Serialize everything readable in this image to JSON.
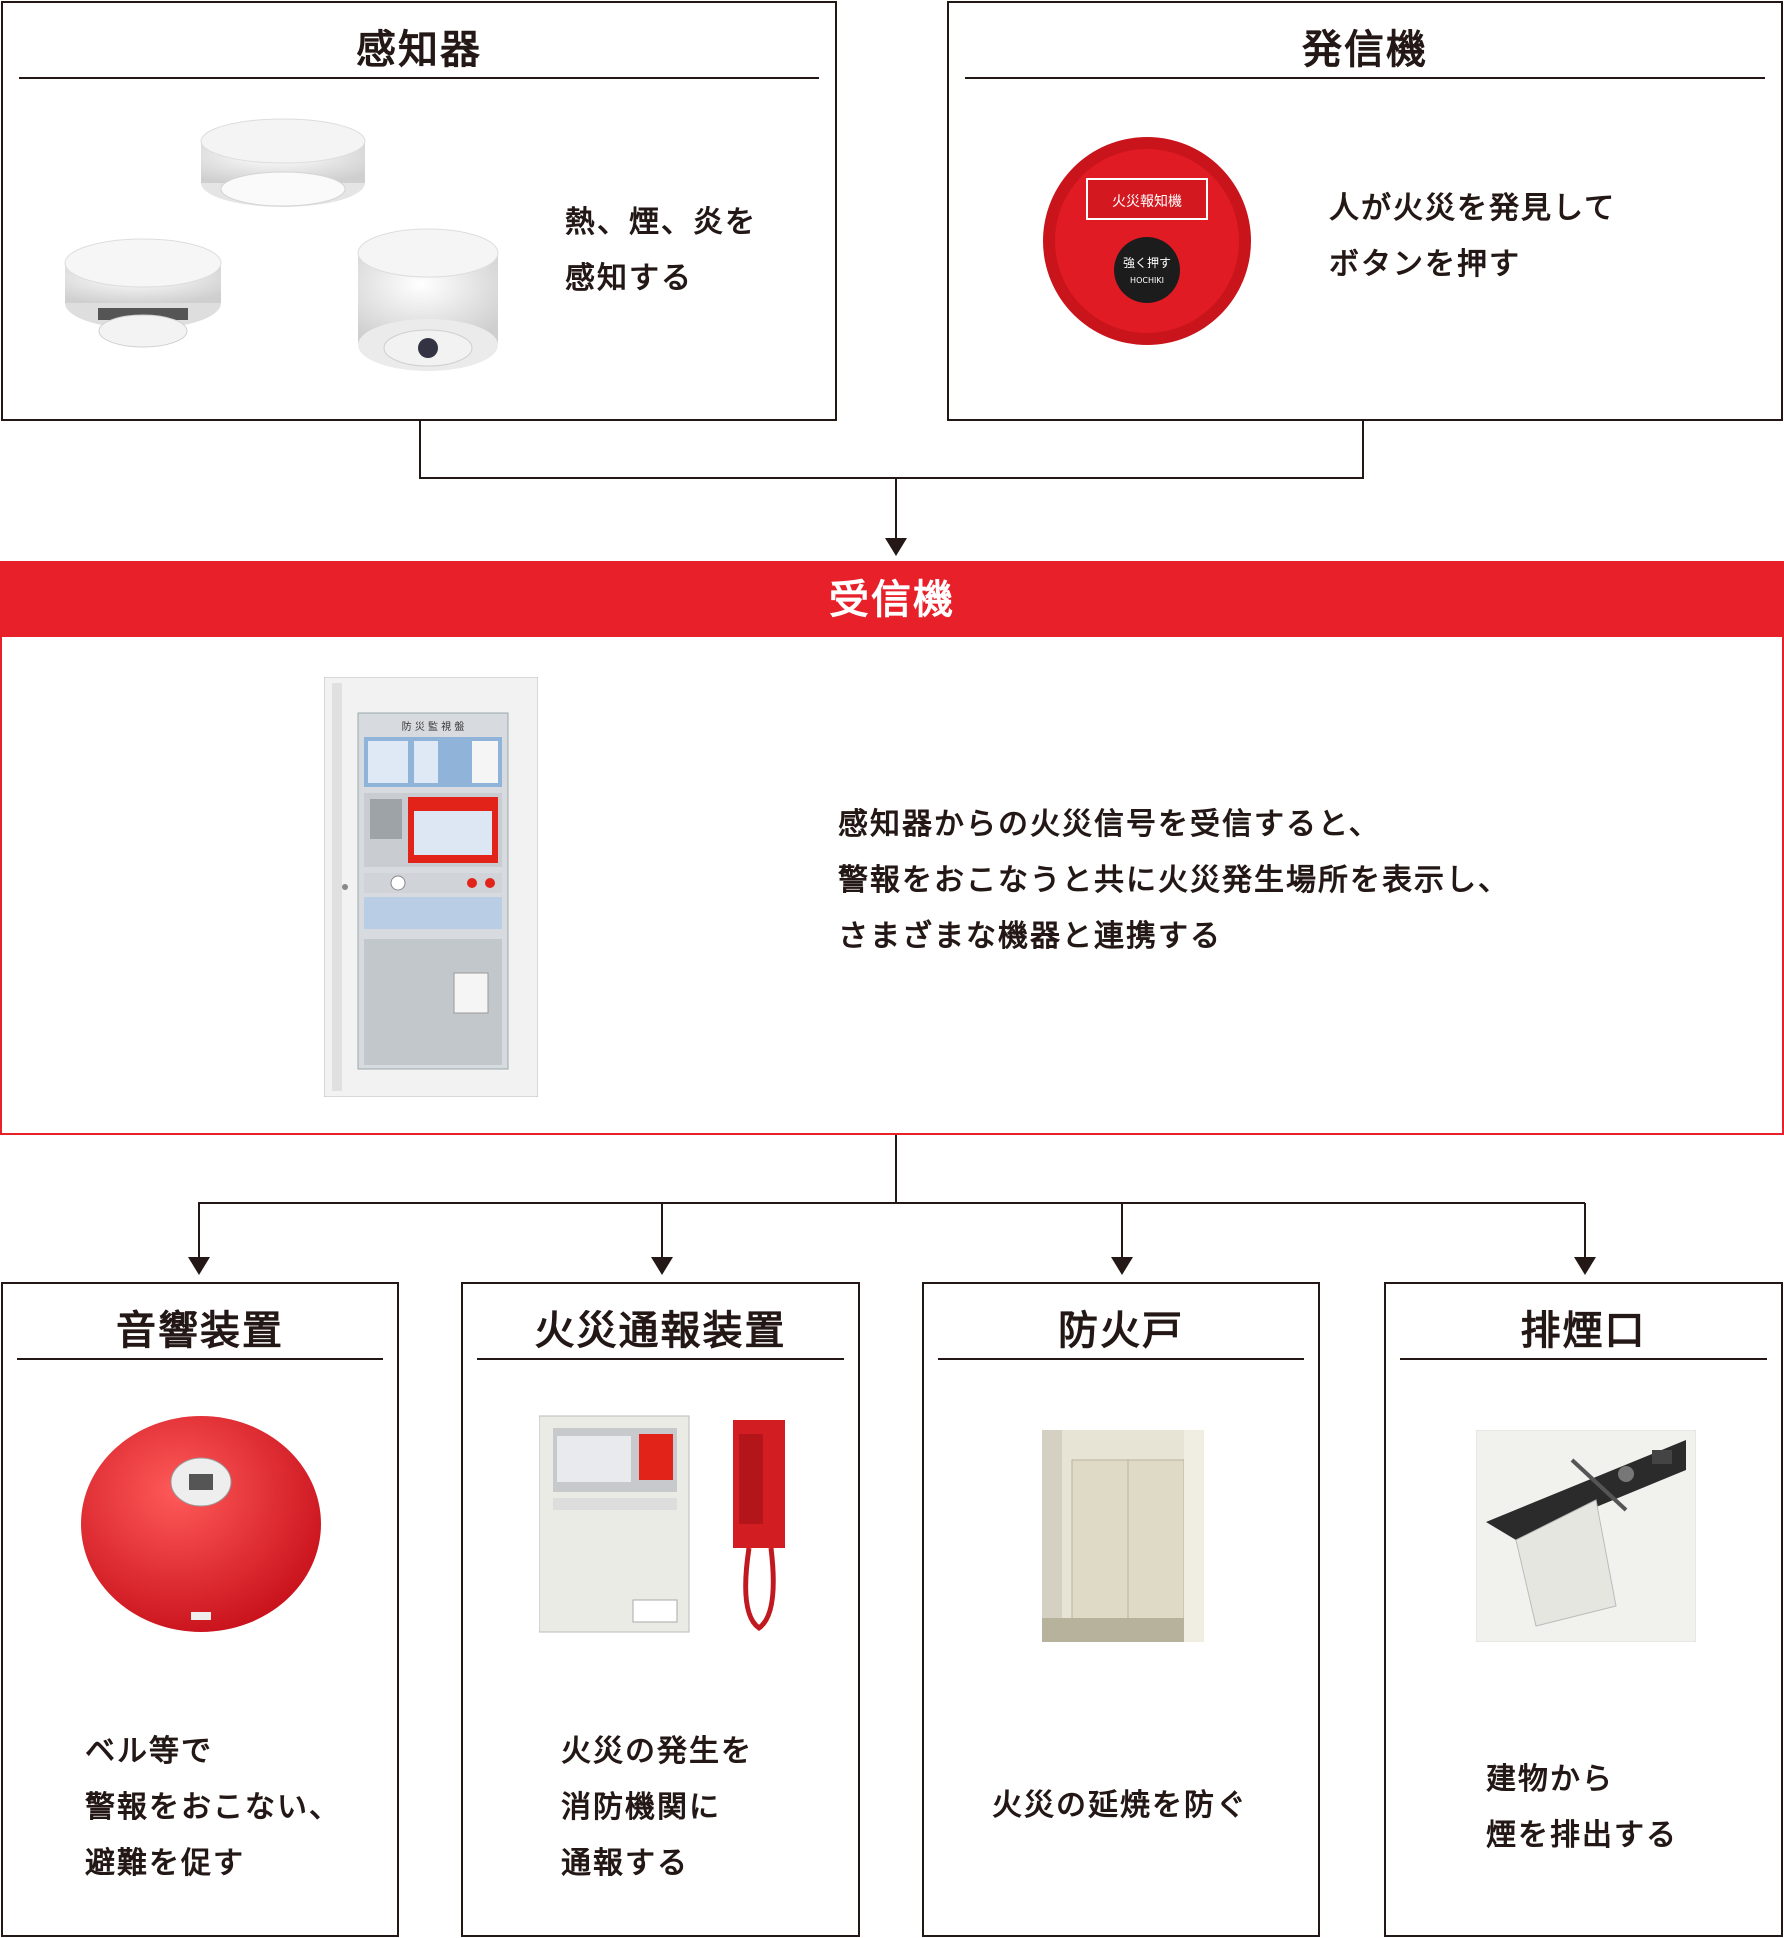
{
  "inputs": [
    {
      "title": "感知器",
      "description": [
        "熱、煙、炎を",
        "感知する"
      ],
      "icon": "smoke-detectors-photo"
    },
    {
      "title": "発信機",
      "description": [
        "人が火災を発見して",
        "ボタンを押す"
      ],
      "icon": "manual-call-point-photo",
      "device_labels": {
        "top": "火災報知機",
        "button": "強く押す",
        "brand": "HOCHIKI"
      }
    }
  ],
  "receiver": {
    "title": "受信機",
    "description": [
      "感知器からの火災信号を受信すると、",
      "警報をおこなうと共に火災発生場所を表示し、",
      "さまざまな機器と連携する"
    ],
    "icon": "fire-alarm-control-panel-photo",
    "panel_label": "防 災 監 視 盤"
  },
  "outputs": [
    {
      "title": "音響装置",
      "description": [
        "ベル等で",
        "警報をおこない、",
        "避難を促す"
      ],
      "icon": "alarm-bell-photo"
    },
    {
      "title": "火災通報装置",
      "description": [
        "火災の発生を",
        "消防機関に",
        "通報する"
      ],
      "icon": "fire-reporting-device-photo"
    },
    {
      "title": "防火戸",
      "description": [
        "火災の延焼を防ぐ"
      ],
      "icon": "fire-door-photo"
    },
    {
      "title": "排煙口",
      "description": [
        "建物から",
        "煙を排出する"
      ],
      "icon": "smoke-vent-photo"
    }
  ],
  "colors": {
    "accent": "#e8202a",
    "line": "#231815"
  }
}
